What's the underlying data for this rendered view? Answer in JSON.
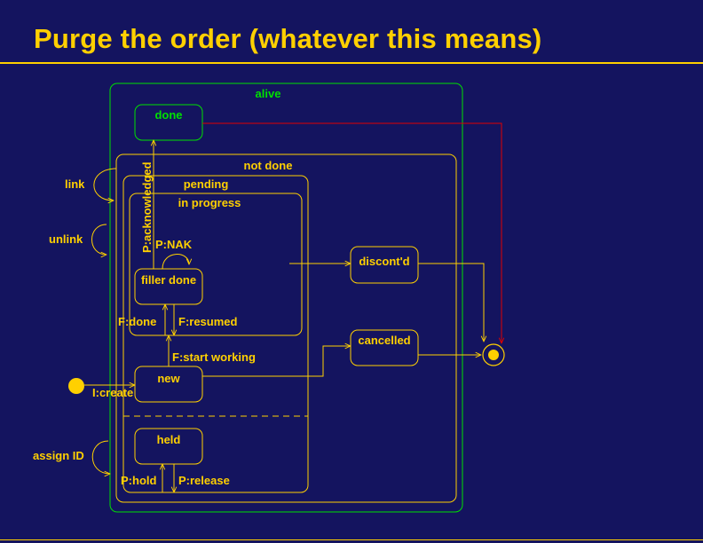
{
  "title": "Purge the order (whatever this means)",
  "colors": {
    "background": "#14145f",
    "yellow": "#ffd000",
    "green": "#00e000",
    "red": "#e00000"
  },
  "states": {
    "alive": "alive",
    "done": "done",
    "not_done": "not done",
    "pending": "pending",
    "in_progress": "in progress",
    "filler_done": "filler done",
    "new": "new",
    "held": "held",
    "discontd": "discont'd",
    "cancelled": "cancelled"
  },
  "transitions": {
    "link": "link",
    "unlink": "unlink",
    "assign_id": "assign ID",
    "p_acknowledged": "P:acknowledged",
    "p_nak": "P:NAK",
    "f_done": "F:done",
    "f_resumed": "F:resumed",
    "f_start_working": "F:start working",
    "i_create": "I:create",
    "p_hold": "P:hold",
    "p_release": "P:release"
  }
}
